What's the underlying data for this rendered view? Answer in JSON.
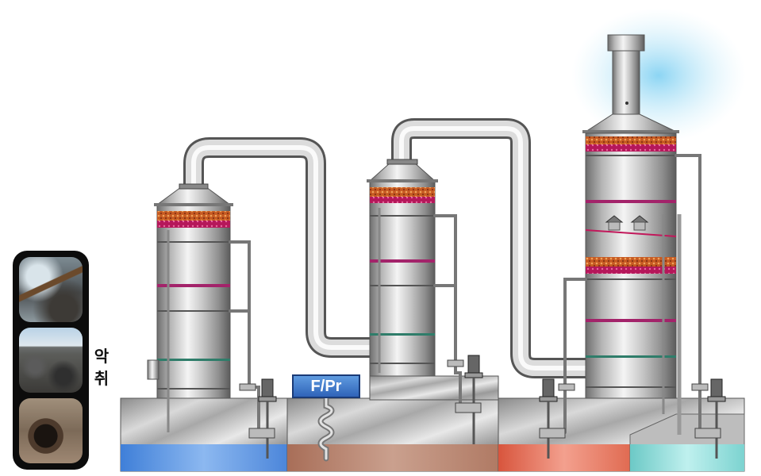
{
  "label_left": "악\n취",
  "pump_module_label": "F/Pr",
  "colors": {
    "steel_light": "#f2f2f2",
    "steel_dark": "#6f6f6f",
    "packing_orange": "#d2691e",
    "packing_magenta": "#c2185b",
    "tank_blue": "#4f8fe6",
    "tank_brown": "#b07a64",
    "tank_red": "#e06b52",
    "tank_teal": "#7cd3d0",
    "stack_glow": "#8fd3f0",
    "fpr_blue": "#3b78d0"
  },
  "icons": [
    "odor-source-photo",
    "landfill-photo",
    "sewer-photo",
    "pump-icon",
    "valve-icon",
    "vent-cap-icon"
  ]
}
